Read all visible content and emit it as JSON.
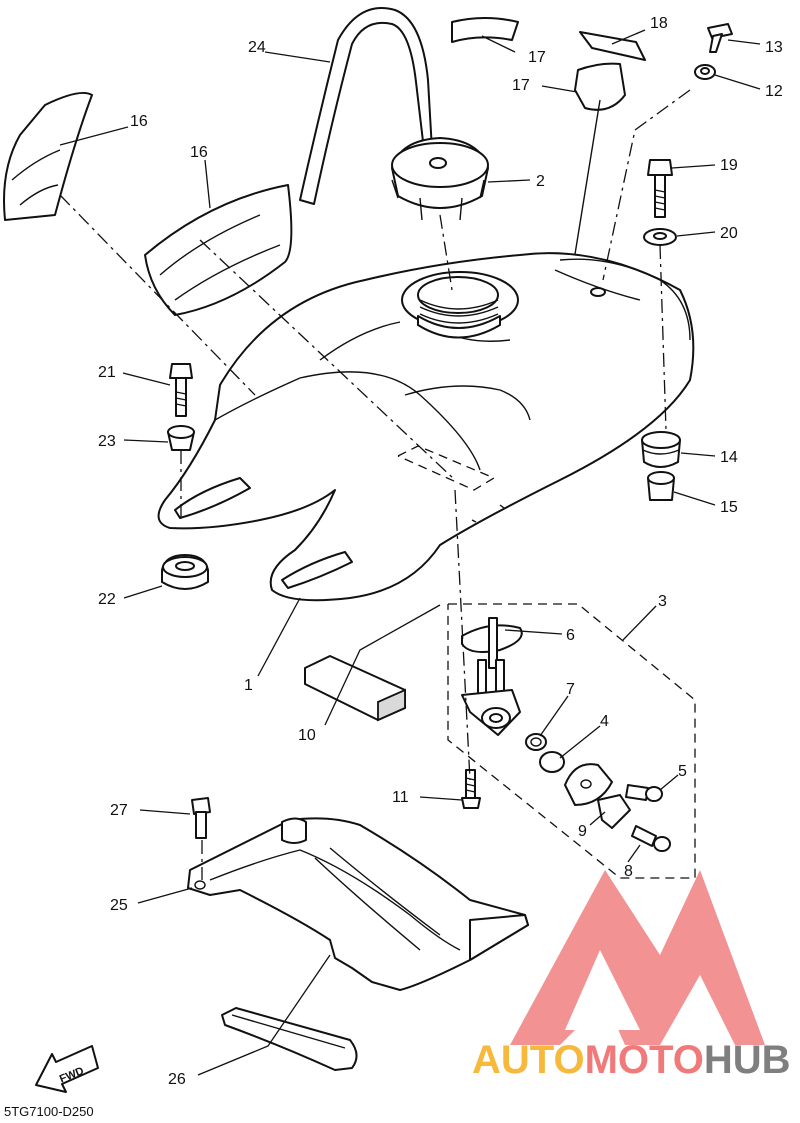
{
  "drawing_code": "5TG7100-D250",
  "fwd_label": "FWD",
  "watermark": {
    "parts": [
      "AUTO",
      "MOTO",
      "HUB"
    ],
    "colors": [
      "#f6b93b",
      "#f07a7a",
      "#7f7f7f"
    ],
    "logo_color": "#f08080"
  },
  "callouts": {
    "n1": "1",
    "n2": "2",
    "n3": "3",
    "n4": "4",
    "n5": "5",
    "n6": "6",
    "n7": "7",
    "n8": "8",
    "n9": "9",
    "n10": "10",
    "n11": "11",
    "n12": "12",
    "n13": "13",
    "n14": "14",
    "n15": "15",
    "n16a": "16",
    "n16b": "16",
    "n17a": "17",
    "n17b": "17",
    "n18": "18",
    "n19": "19",
    "n20": "20",
    "n21": "21",
    "n22": "22",
    "n23": "23",
    "n24": "24",
    "n25": "25",
    "n26": "26",
    "n27": "27"
  }
}
